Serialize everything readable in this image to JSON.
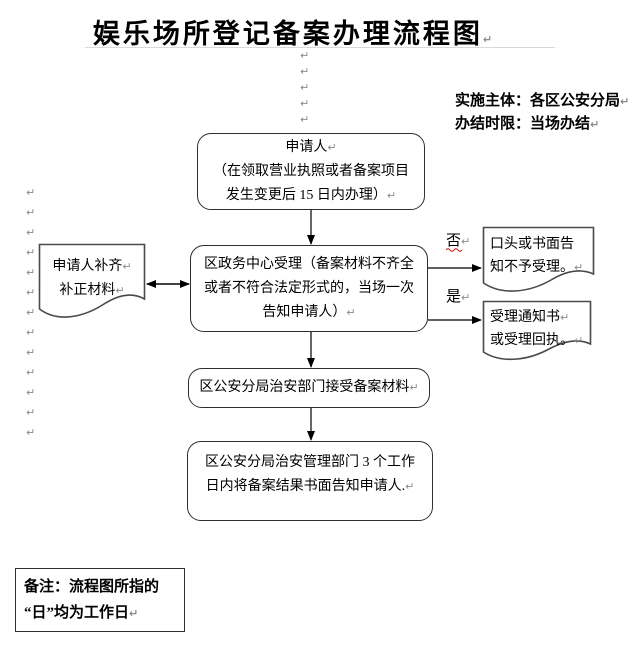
{
  "title": {
    "text": "娱乐场所登记备案办理流程图"
  },
  "info": {
    "implementer": "实施主体：各区公安分局",
    "time_limit": "办结时限：当场办结"
  },
  "flow": {
    "applicant": {
      "line1": "申请人",
      "line2": "（在领取营业执照或者备案项目",
      "line3": "发生变更后 15 日内办理）"
    },
    "center_accept": {
      "line1": "区政务中心受理（备案材料不齐全",
      "line2": "或者不符合法定形式的，当场一次",
      "line3": "告知申请人）"
    },
    "supplement": {
      "line1": "申请人补齐",
      "line2": "补正材料"
    },
    "reject_notice": {
      "line1": "口头或书面告",
      "line2": "知不予受理。"
    },
    "accept_notice": {
      "line1": "受理通知书",
      "line2": "或受理回执。"
    },
    "police_receive": {
      "line1": "区公安分局治安部门接受备案材料"
    },
    "police_inform": {
      "line1": "区公安分局治安管理部门 3 个工作",
      "line2": "日内将备案结果书面告知申请人."
    },
    "no_label": "否",
    "yes_label": "是"
  },
  "note": {
    "line1": "备注：流程图所指的",
    "line2": "“日”均为工作日"
  },
  "marks": {
    "return": "↵"
  },
  "colors": {
    "line": "#000000",
    "doc_border": "#4a4a4a",
    "squiggle": "#cc0000"
  }
}
